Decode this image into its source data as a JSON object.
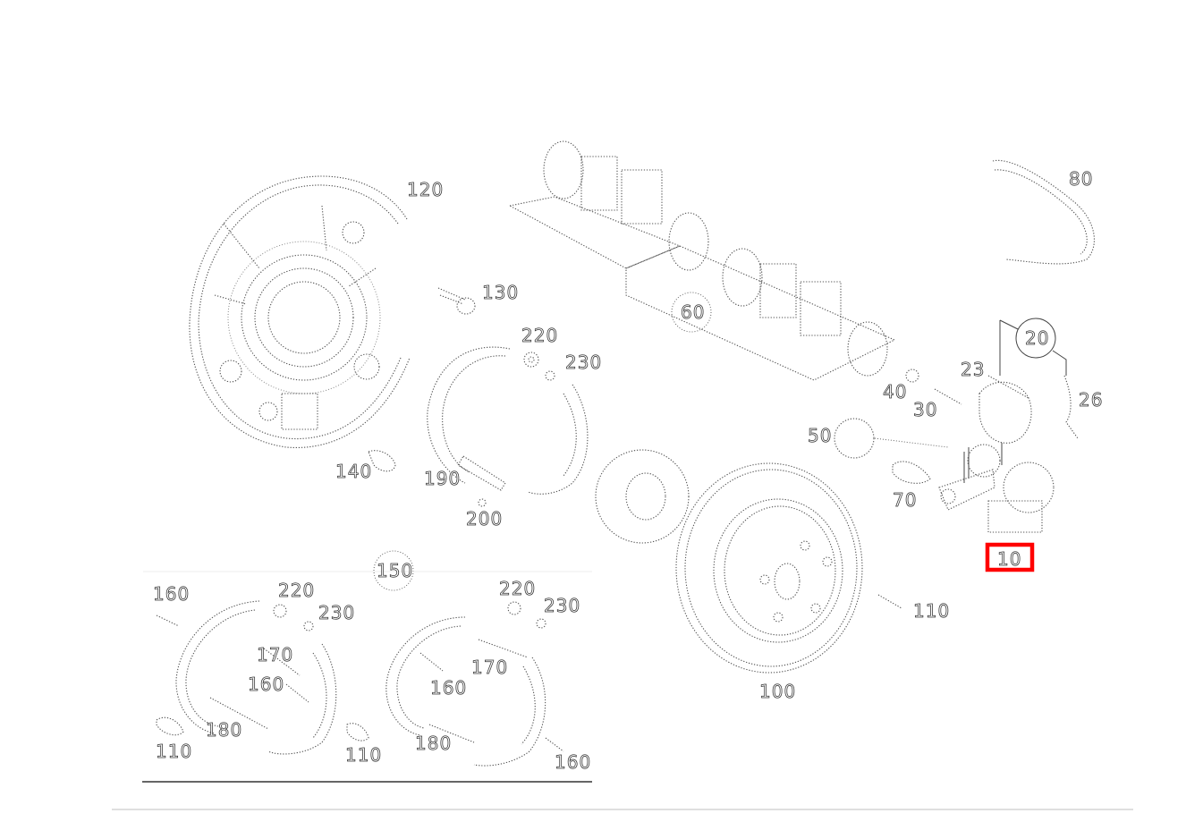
{
  "diagram": {
    "subject": "Rear brake assembly exploded view",
    "highlight_color": "#ff0000",
    "highlighted_part": "10",
    "callouts": {
      "p10": "10",
      "p20": "20",
      "p23": "23",
      "p26": "26",
      "p30": "30",
      "p40": "40",
      "p50": "50",
      "p60": "60",
      "p70": "70",
      "p80": "80",
      "p100": "100",
      "p110_main": "110",
      "p120": "120",
      "p130": "130",
      "p140": "140",
      "p150": "150",
      "p190": "190",
      "p200": "200",
      "p220_main": "220",
      "p230_main": "230"
    },
    "inset": {
      "left": {
        "p160_a": "160",
        "p220": "220",
        "p230": "230",
        "p170": "170",
        "p160_b": "160",
        "p180": "180",
        "p110_a": "110",
        "p110_b": "110"
      },
      "right": {
        "p220": "220",
        "p230": "230",
        "p170": "170",
        "p160_a": "160",
        "p180": "180",
        "p160_b": "160"
      }
    }
  }
}
